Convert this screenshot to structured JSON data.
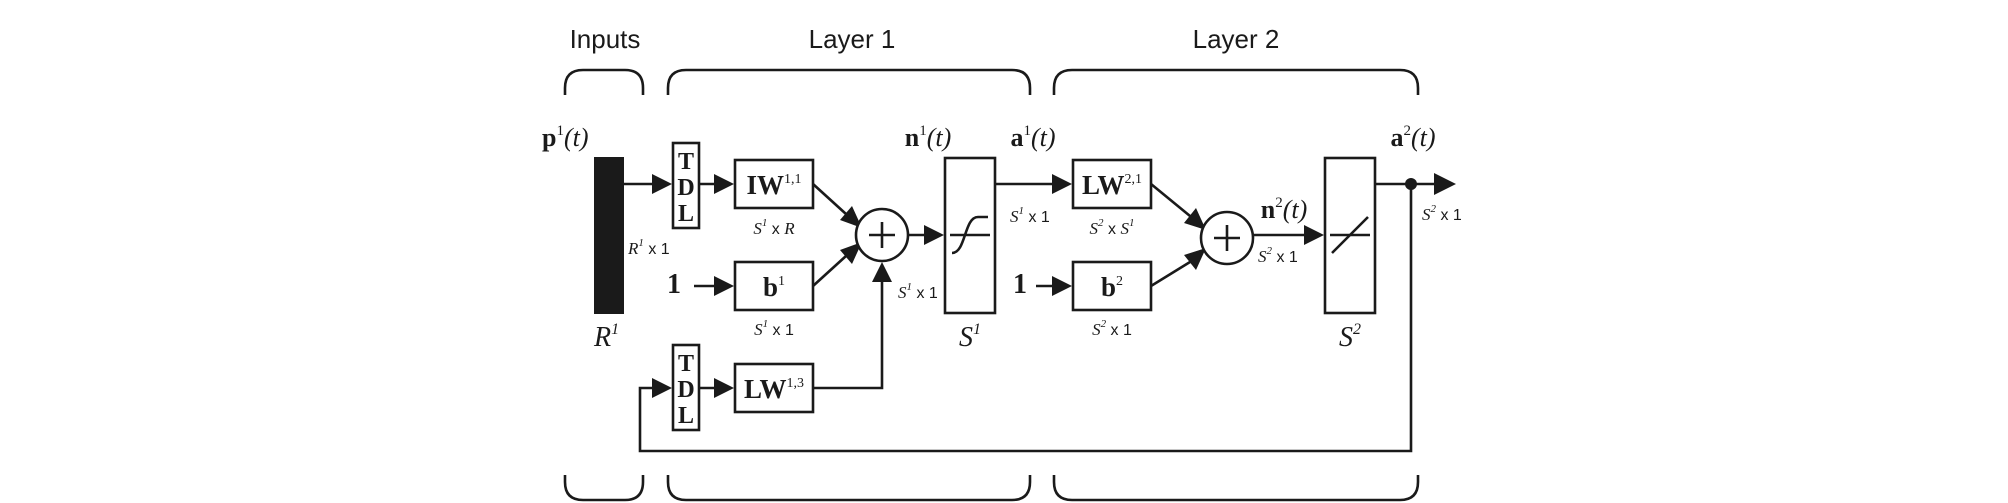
{
  "sections": {
    "inputs": "Inputs",
    "layer1": "Layer 1",
    "layer2": "Layer 2"
  },
  "signals": {
    "p1": {
      "base": "p",
      "sup": "1",
      "arg": "(t)"
    },
    "n1": {
      "base": "n",
      "sup": "1",
      "arg": "(t)"
    },
    "a1": {
      "base": "a",
      "sup": "1",
      "arg": "(t)"
    },
    "n2": {
      "base": "n",
      "sup": "2",
      "arg": "(t)"
    },
    "a2": {
      "base": "a",
      "sup": "2",
      "arg": "(t)"
    }
  },
  "blocks": {
    "tdl_top": [
      "T",
      "D",
      "L"
    ],
    "tdl_bottom": [
      "T",
      "D",
      "L"
    ],
    "iw11": {
      "base": "IW",
      "sup": "1,1"
    },
    "b1": {
      "base": "b",
      "sup": "1"
    },
    "lw13": {
      "base": "LW",
      "sup": "1,3"
    },
    "lw21": {
      "base": "LW",
      "sup": "2,1"
    },
    "b2": {
      "base": "b",
      "sup": "2"
    }
  },
  "bias_inputs": {
    "layer1": "1",
    "layer2": "1"
  },
  "dimensions": {
    "r1x1": {
      "a": "R",
      "asup": "1",
      "x": " x ",
      "b": "1",
      "bsup": ""
    },
    "s1xr": {
      "a": "S",
      "asup": "1",
      "x": " x ",
      "b": "R",
      "bsup": ""
    },
    "s1x1_b1": {
      "a": "S",
      "asup": "1",
      "x": " x ",
      "b": "1",
      "bsup": ""
    },
    "s1x1_n1": {
      "a": "S",
      "asup": "1",
      "x": " x ",
      "b": "1",
      "bsup": ""
    },
    "s1x1_a1": {
      "a": "S",
      "asup": "1",
      "x": " x ",
      "b": "1",
      "bsup": ""
    },
    "s2xs1": {
      "a": "S",
      "asup": "2",
      "x": " x ",
      "b": "S",
      "bsup": "1"
    },
    "s2x1_b2": {
      "a": "S",
      "asup": "2",
      "x": " x ",
      "b": "1",
      "bsup": ""
    },
    "s2x1_n2": {
      "a": "S",
      "asup": "2",
      "x": " x ",
      "b": "1",
      "bsup": ""
    },
    "s2x1_out": {
      "a": "S",
      "asup": "2",
      "x": " x ",
      "b": "1",
      "bsup": ""
    }
  },
  "sizes": {
    "r1": {
      "base": "R",
      "sup": "1"
    },
    "s1": {
      "base": "S",
      "sup": "1"
    },
    "s2": {
      "base": "S",
      "sup": "2"
    }
  },
  "icons": {
    "summation": "plus-circle",
    "layer1_transfer": "sigmoid-curve",
    "layer2_transfer": "linear-slope"
  }
}
